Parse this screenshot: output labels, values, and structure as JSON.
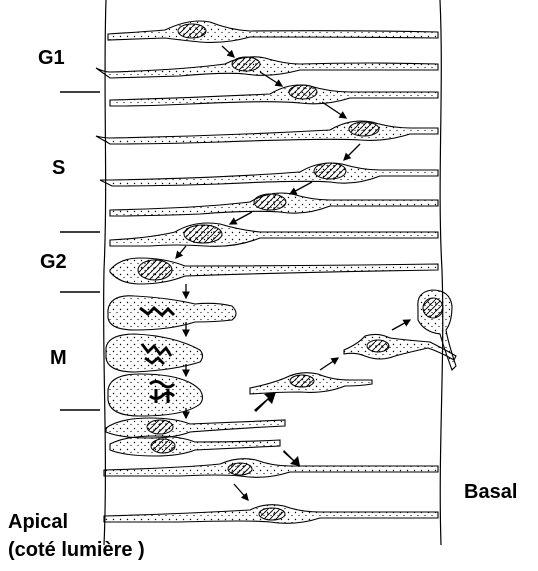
{
  "phase_labels": {
    "g1": "G1",
    "s": "S",
    "g2": "G2",
    "m": "M"
  },
  "side_labels": {
    "basal": "Basal",
    "apical_line1": "Apical",
    "apical_line2": "(coté lumière )"
  },
  "colors": {
    "ink": "#000000",
    "background": "#ffffff"
  }
}
